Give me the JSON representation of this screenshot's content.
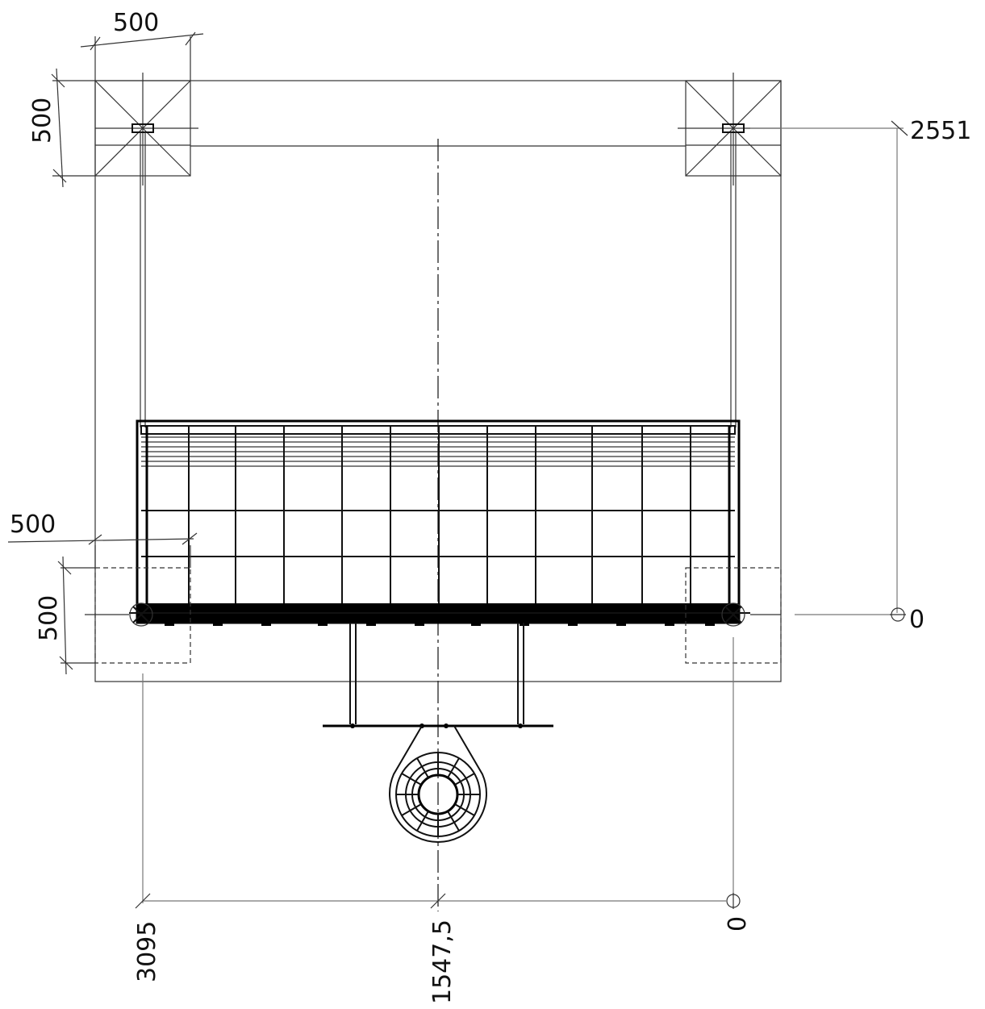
{
  "dimensions": {
    "top_square_width": "500",
    "top_square_height": "500",
    "bottom_square_width": "500",
    "bottom_square_height": "500",
    "vertical_ordinate_top": "2551",
    "vertical_ordinate_zero": "0",
    "horizontal_ordinate_left": "3095",
    "horizontal_ordinate_mid": "1547,5",
    "horizontal_ordinate_zero": "0"
  }
}
